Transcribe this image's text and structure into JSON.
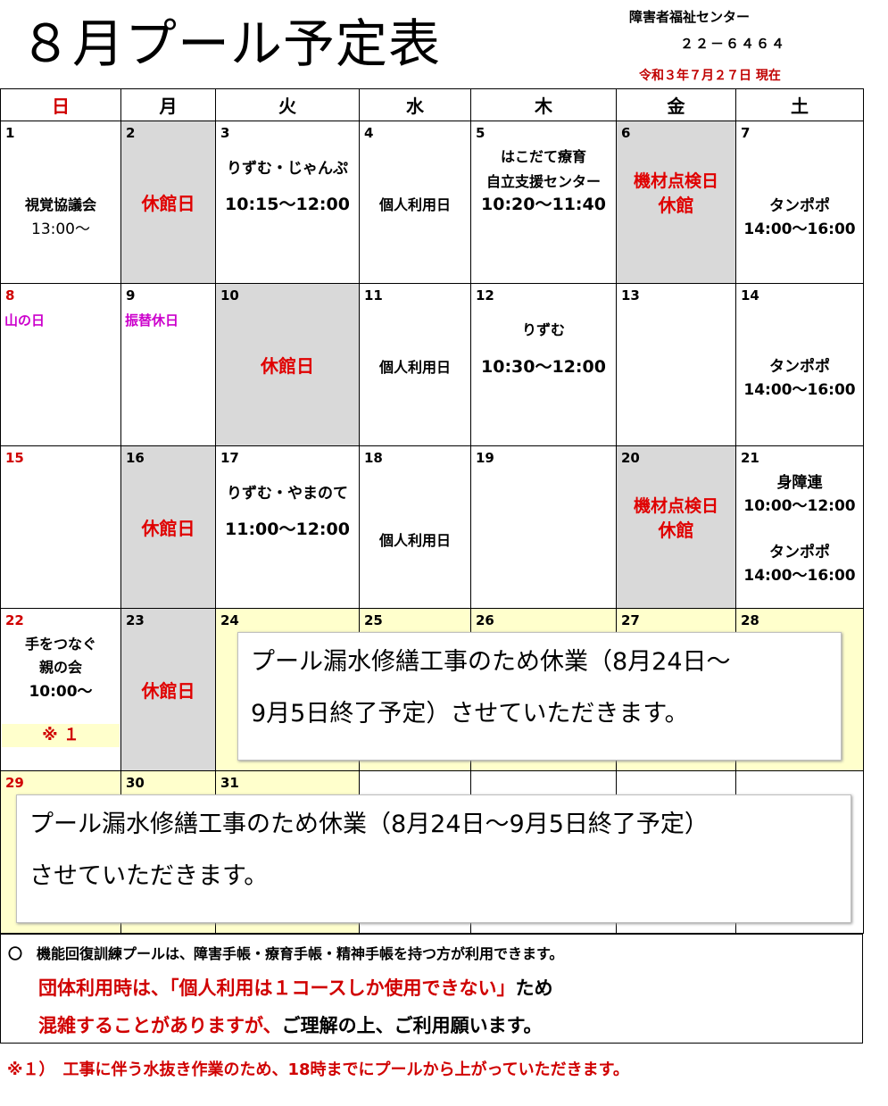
{
  "header": {
    "title": "８月プール予定表",
    "org": "障害者福祉センター",
    "tel": "２２－６４６４",
    "as_of": "令和３年７月２７日 現在"
  },
  "weekdays": [
    "日",
    "月",
    "火",
    "水",
    "木",
    "金",
    "土"
  ],
  "days": {
    "d1": "1",
    "d2": "2",
    "d3": "3",
    "d4": "4",
    "d5": "5",
    "d6": "6",
    "d7": "7",
    "d8": "8",
    "d9": "9",
    "d10": "10",
    "d11": "11",
    "d12": "12",
    "d13": "13",
    "d14": "14",
    "d15": "15",
    "d16": "16",
    "d17": "17",
    "d18": "18",
    "d19": "19",
    "d20": "20",
    "d21": "21",
    "d22": "22",
    "d23": "23",
    "d24": "24",
    "d25": "25",
    "d26": "26",
    "d27": "27",
    "d28": "28",
    "d29": "29",
    "d30": "30",
    "d31": "31"
  },
  "events": {
    "d1_a": "視覚協議会",
    "d1_b": "13:00～",
    "closed_day": "休館日",
    "d3_a": "りずむ・じゃんぷ",
    "d3_b": "10:15～12:00",
    "personal": "個人利用日",
    "d5_a": "はこだて療育",
    "d5_b": "自立支援センター",
    "d5_c": "10:20～11:40",
    "inspect_a": "機材点検日",
    "inspect_b": "休館",
    "tanpopo": "タンポポ",
    "tanpopo_time": "14:00～16:00",
    "d8_hol": "山の日",
    "d9_hol": "振替休日",
    "d12_a": "りずむ",
    "d12_b": "10:30～12:00",
    "d17_a": "りずむ・やまのて",
    "d17_b": "11:00～12:00",
    "d21_a": "身障連",
    "d21_b": "10:00～12:00",
    "d22_a": "手をつなぐ",
    "d22_b": "親の会",
    "d22_c": "10:00～",
    "d22_note": "※ １"
  },
  "notices": {
    "n1_line1": "プール漏水修繕工事のため休業（8月24日～",
    "n1_line2": "9月5日終了予定）させていただきます。",
    "n2_line1": "プール漏水修繕工事のため休業（8月24日～9月5日終了予定）",
    "n2_line2": "させていただきます。"
  },
  "footer": {
    "line1": "〇　機能回復訓練プールは、障害手帳・療育手帳・精神手帳を持つ方が利用できます。",
    "line2_red": "団体利用時は、「個人利用は１コースしか使用できない」",
    "line2_black": "ため",
    "line3_red": "混雑することがありますが、",
    "line3_black": "ご理解の上、ご利用願います。",
    "bottom_note": "※１）　工事に伴う水抜き作業のため、18時までにプールから上がっていただきます。"
  },
  "colors": {
    "red": "#d00000",
    "magenta": "#cc00cc",
    "closed_gray": "#d9d9d9",
    "highlight_yellow": "#ffffcc"
  }
}
